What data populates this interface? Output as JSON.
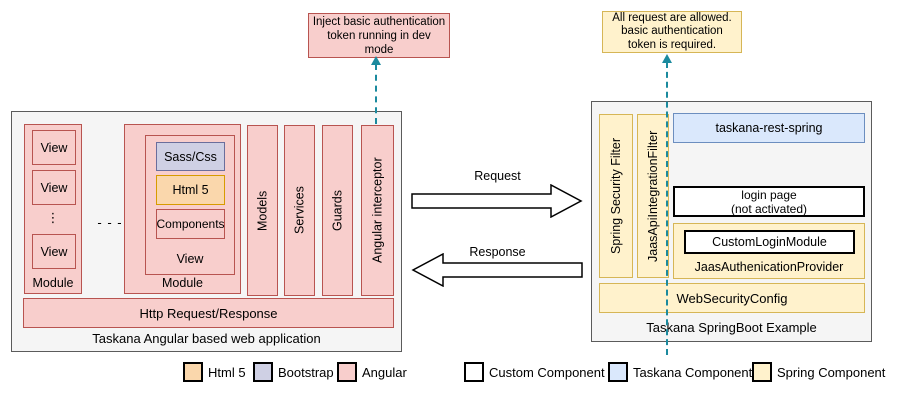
{
  "colors": {
    "angular_fill": "#f8cecc",
    "angular_border": "#b85450",
    "html5_fill": "#fad7ac",
    "html5_border": "#d79b00",
    "bootstrap_fill": "#cfd0e4",
    "bootstrap_border": "#6b6e9c",
    "spring_fill": "#fff2cc",
    "spring_border": "#d6b656",
    "taskana_fill": "#dae8fc",
    "taskana_border": "#6c8ebf",
    "container_fill": "#f5f5f5",
    "container_border": "#5b5b5b",
    "connector": "#1b8a9e"
  },
  "callouts": {
    "left": {
      "text": "Inject basic authentication\ntoken running in dev\nmode"
    },
    "right": {
      "text": "All request are allowed.\nbasic authentication\ntoken is required."
    }
  },
  "angular_app": {
    "title": "Taskana Angular based web application",
    "module1": {
      "label": "Module",
      "views": [
        "View",
        "View",
        "View"
      ],
      "vdots": "⋮"
    },
    "hdots": "- - -",
    "module2": {
      "label": "Module",
      "view_label": "View",
      "sass": "Sass/Css",
      "html5": "Html 5",
      "components": "Components"
    },
    "columns": [
      "Models",
      "Services",
      "Guards",
      "Angular interceptor"
    ],
    "http_bar": "Http Request/Response"
  },
  "arrows": {
    "request": "Request",
    "response": "Response"
  },
  "springboot": {
    "title": "Taskana SpringBoot Example",
    "filters": [
      "Spring Security Filter",
      "JaasApiIntegrationFilter"
    ],
    "rest": "taskana-rest-spring",
    "login_page": "login page\n(not activated)",
    "provider": {
      "label": "JaasAuthenicationProvider",
      "inner": "CustomLoginModule"
    },
    "web_security": "WebSecurityConfig"
  },
  "legend": [
    {
      "label": "Html 5"
    },
    {
      "label": "Bootstrap"
    },
    {
      "label": "Angular"
    },
    {
      "label": "Custom Component"
    },
    {
      "label": "Taskana Component"
    },
    {
      "label": "Spring Component"
    }
  ]
}
